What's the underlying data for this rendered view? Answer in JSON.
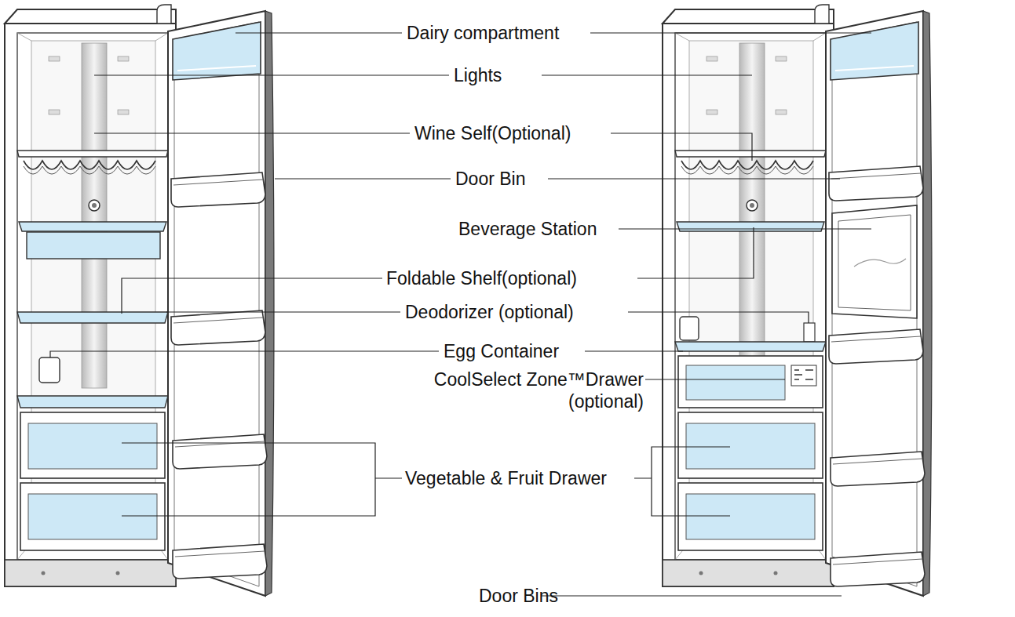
{
  "diagram": {
    "labels": [
      "Dairy compartment",
      "Lights",
      "Wine Self(Optional)",
      "Door Bin",
      "Beverage Station",
      "Foldable Shelf(optional)",
      "Deodorizer (optional)",
      "Egg Container",
      "CoolSelect Zone™Drawer (optional)",
      "Vegetable & Fruit Drawer",
      "Door Bins"
    ]
  }
}
